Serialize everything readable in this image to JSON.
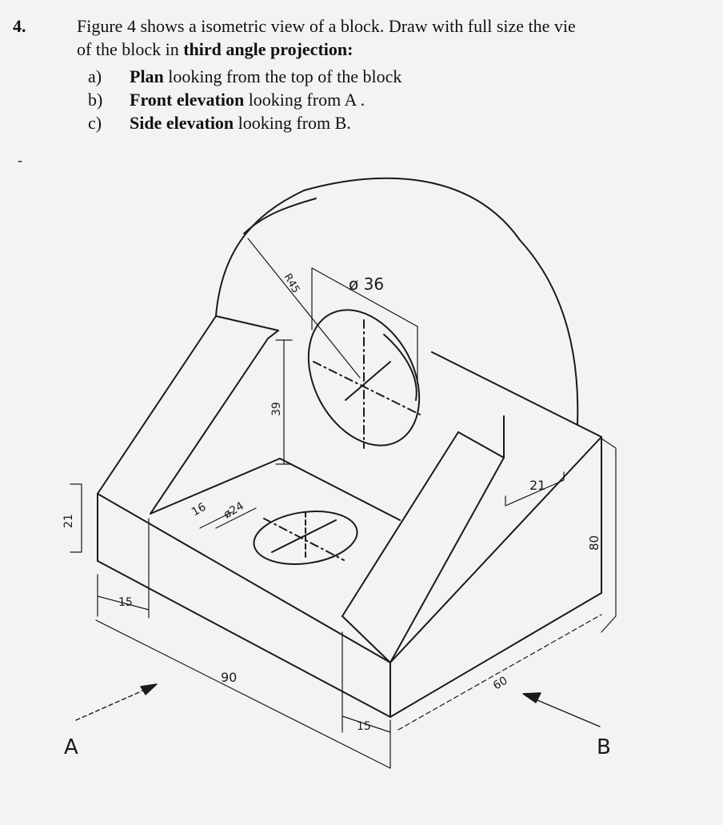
{
  "question": {
    "number": "4.",
    "line1": "Figure 4 shows a isometric view of  a  block. Draw with full size the vie",
    "line2_plain": "of the block in ",
    "line2_bold": "third angle projection:",
    "items": [
      {
        "label": "a)",
        "bold": "Plan",
        "text": " looking from the top of the block"
      },
      {
        "label": "b)",
        "bold": "Front elevation",
        "text": " looking from A ."
      },
      {
        "label": "c)",
        "bold": "Side elevation",
        "text": " looking from B."
      }
    ]
  },
  "figure": {
    "dimensions": {
      "radius": "R45",
      "hole_large": "ø 36",
      "hole_small": "ø24",
      "height_inner": "39",
      "offset_small": "16",
      "base_height": "21",
      "side_offset": "21",
      "total_height": "80",
      "width_front_left": "15",
      "length_front": "90",
      "width_front_right": "15",
      "depth_side": "60"
    },
    "view_labels": {
      "a": "A",
      "b": "B"
    }
  }
}
